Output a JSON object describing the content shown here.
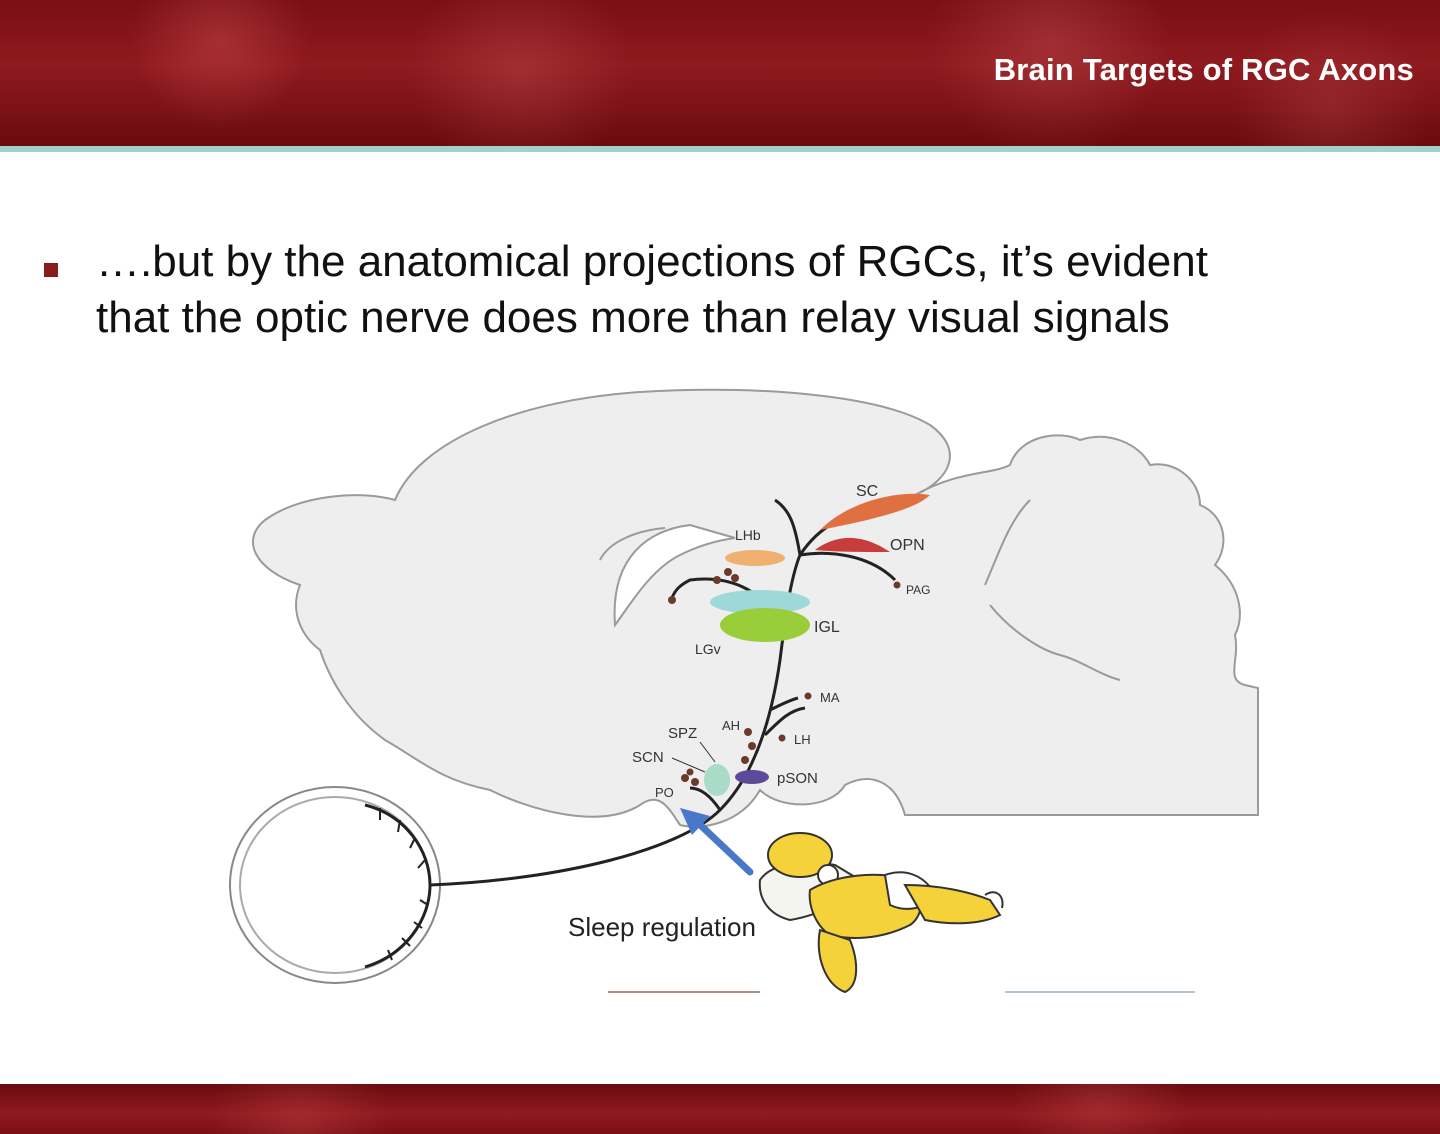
{
  "slide": {
    "title": "Brain Targets of RGC Axons",
    "bullet_line1": "….but by the anatomical projections of RGCs, it’s evident",
    "bullet_line2": "that the optic nerve does more than relay visual signals"
  },
  "diagram": {
    "labels": {
      "sc": "SC",
      "opn": "OPN",
      "pag": "PAG",
      "lhb": "LHb",
      "igl": "IGL",
      "lgv": "LGv",
      "ma": "MA",
      "ah": "AH",
      "lh": "LH",
      "spz": "SPZ",
      "scn": "SCN",
      "po": "PO",
      "pson": "pSON"
    },
    "caption": "Sleep regulation"
  },
  "colors": {
    "header": "#7a0f14",
    "accent_line": "#9fd2c9",
    "bullet": "#8b1a1a",
    "arrow": "#4a78c8"
  }
}
